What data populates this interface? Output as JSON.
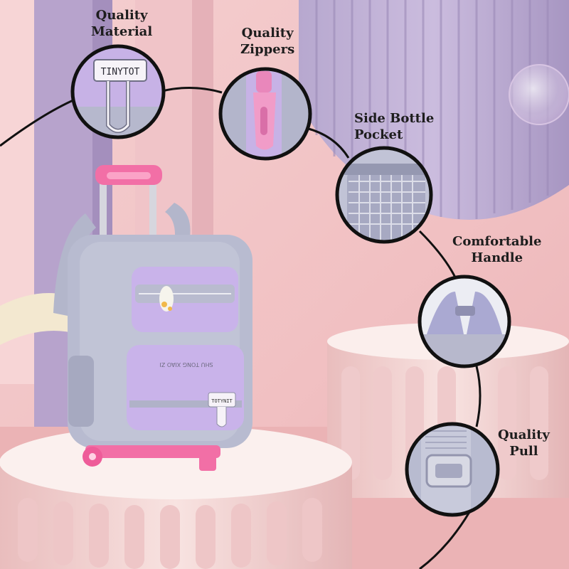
{
  "colors": {
    "background": "#f3c9c7",
    "backpack_lavender": "#c9b3ea",
    "backpack_grey": "#b6b8cc",
    "trolley_pink": "#f26fa6",
    "pedestal": "#f6e2e0",
    "callout_line": "#111111"
  },
  "features": [
    {
      "line1": "Quality",
      "line2": "Material"
    },
    {
      "line1": "Quality",
      "line2": "Zippers"
    },
    {
      "line1": "Side Bottle",
      "line2": "Pocket"
    },
    {
      "line1": "Comfortable",
      "line2": "Handle"
    },
    {
      "line1": "Quality",
      "line2": "Pull"
    }
  ],
  "product": {
    "front_tag": "TOTYNIT",
    "pocket_print": "SHU TONG XIAO ZI",
    "detail_tag": "TINYTOT"
  }
}
